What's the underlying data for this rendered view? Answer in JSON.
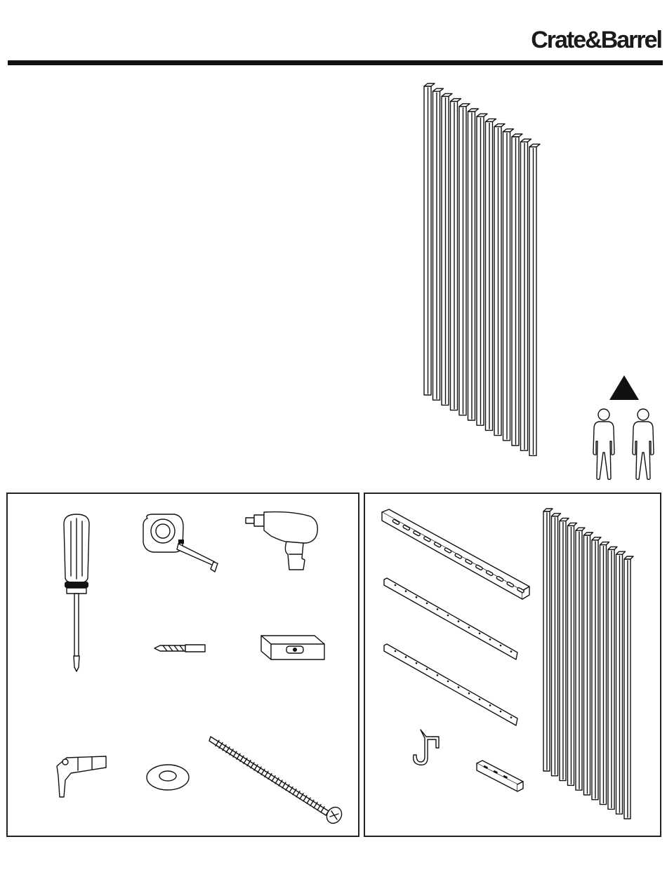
{
  "header": {
    "brand_name": "Crate&Barrel"
  },
  "illustration": {
    "product": "slatted-wall-panel",
    "caution_people_required": 2
  },
  "tools_panel": {
    "items": [
      "phillips-screwdriver",
      "tape-measure",
      "power-drill",
      "drill-bit",
      "bubble-level",
      "anchor",
      "washer",
      "long-screw"
    ]
  },
  "parts_panel": {
    "items": [
      "mounting-rail",
      "hanging-strip-1",
      "hanging-strip-2",
      "hook",
      "small-bracket",
      "wall-panel"
    ]
  }
}
